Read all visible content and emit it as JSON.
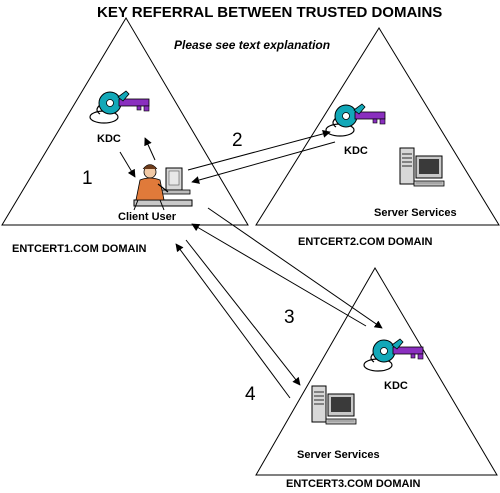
{
  "title": "KEY REFERRAL BETWEEN TRUSTED DOMAINS",
  "subtitle": "Please see text explanation",
  "domains": [
    {
      "name": "ENTCERT1.COM DOMAIN",
      "kdc_label": "KDC",
      "client_label": "Client User"
    },
    {
      "name": "ENTCERT2.COM DOMAIN",
      "kdc_label": "KDC",
      "server_label": "Server Services"
    },
    {
      "name": "ENTCERT3.COM DOMAIN",
      "kdc_label": "KDC",
      "server_label": "Server Services"
    }
  ],
  "steps": [
    "1",
    "2",
    "3",
    "4"
  ],
  "icons": {
    "key": "key-ring-icon",
    "client": "client-user-at-desk-icon",
    "server": "server-computer-icon"
  },
  "colors": {
    "key_cyan": "#12a8b8",
    "key_purple": "#8a2fbf",
    "line": "#000000",
    "screen": "#3a3a3a"
  }
}
